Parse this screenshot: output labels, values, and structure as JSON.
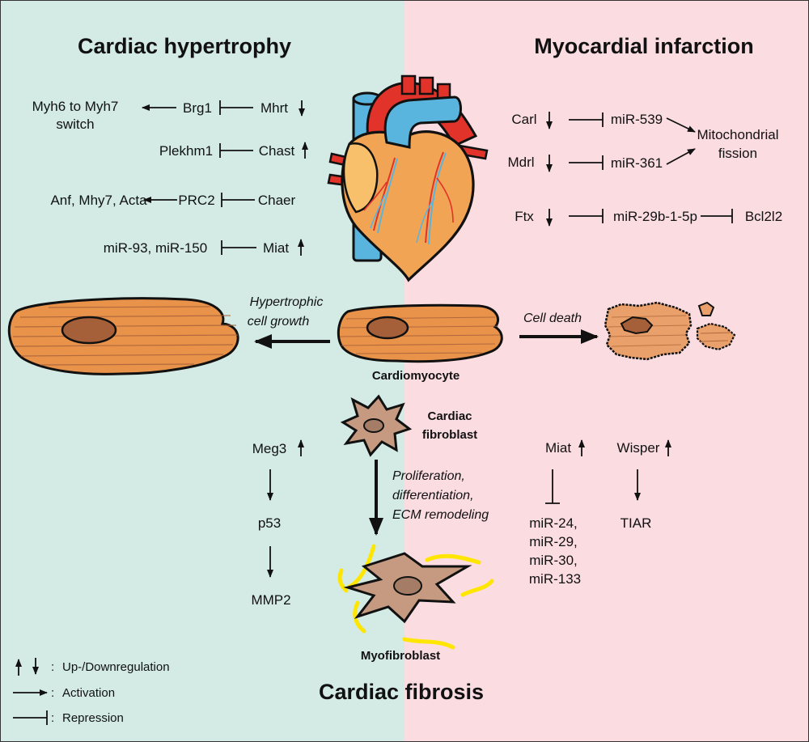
{
  "titles": {
    "hypertrophy": "Cardiac hypertrophy",
    "infarction": "Myocardial infarction",
    "fibrosis": "Cardiac fibrosis"
  },
  "hypertrophy_pathways": {
    "myh_switch_line1": "Myh6 to Myh7",
    "myh_switch_line2": "switch",
    "brg1": "Brg1",
    "mhrt": "Mhrt",
    "plekhm1": "Plekhm1",
    "chast": "Chast",
    "anf": "Anf, Mhy7, Acta",
    "prc2": "PRC2",
    "chaer": "Chaer",
    "mir93": "miR-93, miR-150",
    "miat": "Miat"
  },
  "infarction_pathways": {
    "carl": "Carl",
    "mir539": "miR-539",
    "mdrl": "Mdrl",
    "mir361": "miR-361",
    "mito_line1": "Mitochondrial",
    "mito_line2": "fission",
    "ftx": "Ftx",
    "mir29b": "miR-29b-1-5p",
    "bcl2l2": "Bcl2l2"
  },
  "cells": {
    "hypertrophic_line1": "Hypertrophic",
    "hypertrophic_line2": "cell growth",
    "cell_death": "Cell death",
    "cardiomyocyte": "Cardiomyocyte",
    "fibroblast_line1": "Cardiac",
    "fibroblast_line2": "fibroblast",
    "prolif_line1": "Proliferation,",
    "prolif_line2": "differentiation,",
    "prolif_line3": "ECM remodeling",
    "myofibroblast": "Myofibroblast"
  },
  "fibrosis_pathways": {
    "meg3": "Meg3",
    "p53": "p53",
    "mmp2": "MMP2",
    "miat": "Miat",
    "mir24": "miR-24,",
    "mir29": "miR-29,",
    "mir30": "miR-30,",
    "mir133": "miR-133",
    "wisper": "Wisper",
    "tiar": "TIAR"
  },
  "legend": {
    "updown": "Up-/Downregulation",
    "activation": "Activation",
    "repression": "Repression"
  },
  "colors": {
    "left_bg": "#d3ebe4",
    "right_bg": "#fadce1",
    "cell_orange": "#e8924a",
    "nucleus": "#a5603a",
    "fibroblast": "#c59a80",
    "ecm_yellow": "#ffe600",
    "heart_orange": "#f1a454",
    "aorta_red": "#e2332b",
    "vessel_blue": "#5ab5de"
  }
}
